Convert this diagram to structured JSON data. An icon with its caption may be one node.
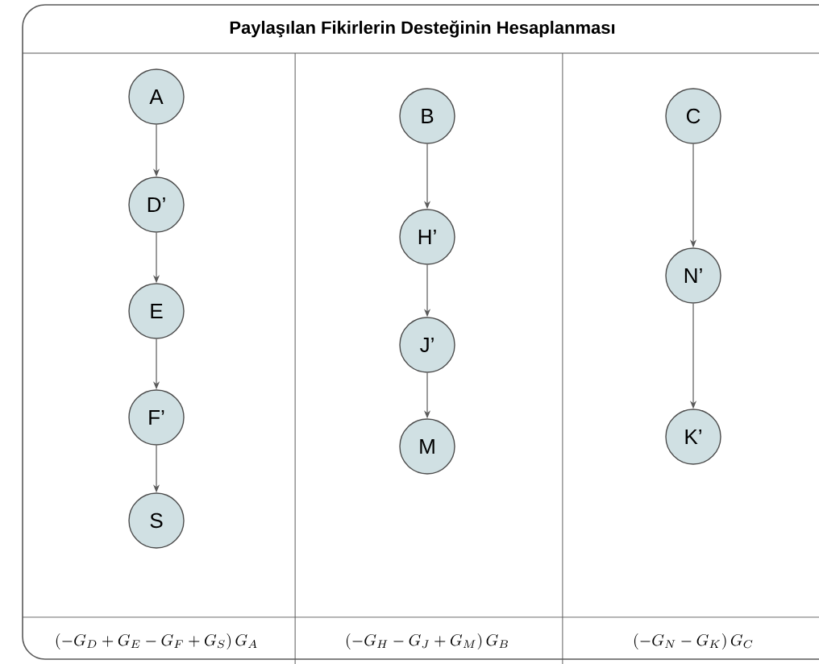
{
  "diagram": {
    "title": "Paylaşılan Fikirlerin Desteğinin Hesaplanması",
    "nodes": [
      {
        "text": [
          "A"
        ]
      },
      {
        "text": [
          "D’"
        ]
      },
      {
        "text": [
          "E"
        ]
      },
      {
        "text": [
          "F’"
        ]
      },
      {
        "text": [
          "S"
        ]
      },
      {
        "text": [
          "B"
        ]
      },
      {
        "text": [
          "H’"
        ]
      },
      {
        "text": [
          "J’"
        ]
      },
      {
        "text": [
          "M"
        ]
      },
      {
        "text": [
          "C"
        ]
      },
      {
        "text": [
          "N’"
        ]
      },
      {
        "text": [
          "K’"
        ]
      }
    ],
    "edges": [
      {
        "from": 0,
        "to": 1,
        "arrow": "to"
      },
      {
        "from": 1,
        "to": 2,
        "arrow": "to"
      },
      {
        "from": 2,
        "to": 3,
        "arrow": "to"
      },
      {
        "from": 3,
        "to": 4,
        "arrow": "to"
      },
      {
        "from": 5,
        "to": 6,
        "arrow": "to"
      },
      {
        "from": 6,
        "to": 7,
        "arrow": "to"
      },
      {
        "from": 7,
        "to": 8,
        "arrow": "to"
      },
      {
        "from": 9,
        "to": 10,
        "arrow": "to"
      },
      {
        "from": 10,
        "to": 11,
        "arrow": "to"
      }
    ],
    "labels": [
      "(- G_{D} + G_{E} - G_{F} + G_{S})\\, G_{A}",
      "(- G_{H} - G_{J} + G_{M})\\, G_{B}",
      "(- G_{N} - G_{K})\\, G_{C}"
    ]
  }
}
